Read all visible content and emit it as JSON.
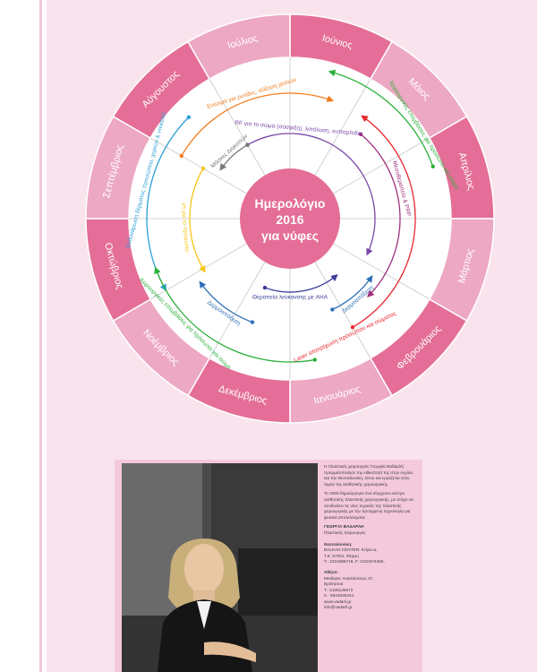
{
  "colors": {
    "page_bg": "#f9e4ee",
    "month_dark": "#e46e98",
    "month_light": "#eda8c3",
    "inner_bg": "#ffffff",
    "divider": "#c8c8c8",
    "center": "#e46e98"
  },
  "calendar": {
    "center_lines": [
      "Ημερολόγιο",
      "2016",
      "για νύφες"
    ],
    "months": [
      "Ιούνιος",
      "Μάιος",
      "Απρίλιος",
      "Μάρτιος",
      "Φεβρουάριος",
      "Ιανουάριος",
      "Δεκέμβριος",
      "Νοέμβριος",
      "Οκτώβριος",
      "Σεπτέμβριος",
      "Αύγουστος",
      "Ιούλιος"
    ],
    "treatments": [
      {
        "label": "Χειρουργικές επεμβάσεις για πρόσωπο και σώμα",
        "color": "#2bb03a"
      },
      {
        "label": "Ενδυνάμωση δέρματος προσώπου, χεριών & ντεκολτέ",
        "color": "#2e9fd8"
      },
      {
        "label": "Χειρουργικές επεμβάσεις για πρόσωπο και σώμα",
        "color": "#2bb03a"
      },
      {
        "label": "Ενέσιμα για ρυτίδες, αύξηση χειλιών",
        "color": "#f07c1e"
      },
      {
        "label": "Laser αποτρίχωση προσώπου και σώματος",
        "color": "#e8262e"
      },
      {
        "label": "Μεσοθεραπεία & PRP",
        "color": "#a0307d"
      },
      {
        "label": "Δερμοαπόξεση",
        "color": "#2e6fb7"
      },
      {
        "label": "RF για το σώμα (σύσφιξη), λιπόλυση, κυτταρίτιδα",
        "color": "#7b48a8"
      },
      {
        "label": "Θεραπεία λεύκανσης με AHA",
        "color": "#3b3b9a"
      },
      {
        "label": "Δερμοαπόξεση",
        "color": "#2e6fb7"
      },
      {
        "label": "Ρf για το πρόσωπο",
        "color": "#f5c518"
      },
      {
        "label": "Μάσκες Διακοπών",
        "color": "#777777"
      }
    ]
  },
  "bio": {
    "paragraph1": "Η πλαστικός χειρουργός Γεωργία Βαδαρλή πραγματοποίησε την ειδικότητά της στην Αγγλία και την Θεσσαλονίκη, όπου και εργάζεται στον τομέα της αισθητικής χειρουργικής.",
    "paragraph2": "Το 2009 δημιούργησε ένα σύγχρονο κέντρο αισθητικής πλαστικής χειρουργικής, με στόχο να συνδυάσει τις νέες τεχνικές της πλαστικής χειρουργικής με την προηγμένη τεχνολογία για φυσικά αποτελέσματα.",
    "name": "ΓΕΩΡΓΙΑ ΒΑΔΑΡΛΗ",
    "role": "Πλαστικός Χειρουργός",
    "city1": "Θεσσαλονίκη:",
    "city1_lines": [
      "BALKAN CENTER: Κτίριο Δ,",
      "Τ.Κ. 57001, Θέρμη",
      "Τ.: 2310488719, F: 2310474365,"
    ],
    "city2": "Αθήνα:",
    "city2_lines": [
      "Medispa: Αναπαύσεως 27,",
      "Βριλήσσια",
      "Τ.: 2106136672",
      "Κ.: 6944536344",
      "www.vadarli.gr",
      "info@vadarli.gr"
    ]
  }
}
